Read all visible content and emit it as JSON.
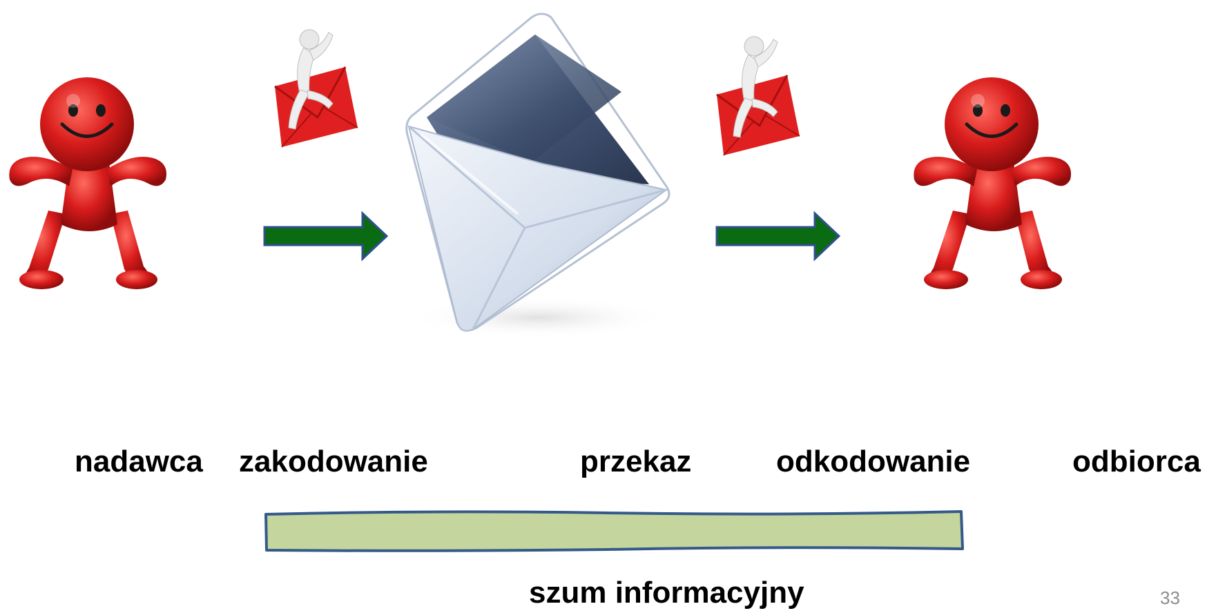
{
  "labels": {
    "sender": "nadawca",
    "encoding": "zakodowanie",
    "transmission": "przekaz",
    "decoding": "odkodowanie",
    "receiver": "odbiorca",
    "noise": "szum informacyjny"
  },
  "page_number": "33",
  "icons": {
    "sender_figure": "red-smiley-figure-icon",
    "receiver_figure": "red-smiley-figure-icon",
    "encoding_image": "figure-with-red-envelope-icon",
    "decoding_image": "figure-with-red-envelope-icon",
    "message_image": "open-envelope-icon",
    "arrows": "green-right-arrow-icon"
  },
  "colors": {
    "figure_red": "#d81c1c",
    "arrow_green": "#0a6b12",
    "arrow_border": "#2f4f8f",
    "noise_fill": "#c4d69e",
    "noise_border": "#355a8a",
    "envelope_light": "#e4ebf5",
    "envelope_dark": "#465a78"
  }
}
